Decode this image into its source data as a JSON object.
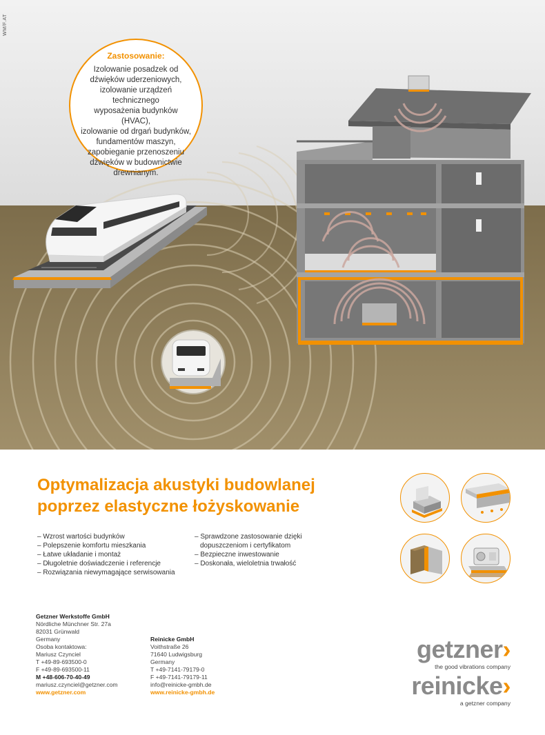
{
  "vertical_code": "WM/F.AT",
  "application": {
    "title": "Zastosowanie:",
    "lines": [
      "Izolowanie posadzek od",
      "dźwięków uderzeniowych,",
      "izolowanie urządzeń technicznego",
      "wyposażenia budynków (HVAC),",
      "izolowanie od drgań budynków,",
      "fundamentów maszyn,",
      "zapobieganie przenoszeniu",
      "dźwięków w budownictwie",
      "drewnianym."
    ]
  },
  "headline": {
    "line1": "Optymalizacja akustyki budowlanej",
    "line2": "poprzez elastyczne łożyskowanie"
  },
  "benefits_left": [
    "– Wzrost wartości budynków",
    "– Polepszenie komfortu mieszkania",
    "– Łatwe układanie i montaż",
    "– Długoletnie doświadczenie i referencje",
    "– Rozwiązania niewymagające serwisowania"
  ],
  "benefits_right": [
    "– Sprawdzone zastosowanie dzięki dopuszczeniom i certyfikatom",
    "– Bezpieczne inwestowanie",
    "– Doskonała, wieloletnia trwałość"
  ],
  "contact_getzner": {
    "company": "Getzner Werkstoffe GmbH",
    "street": "Nördliche Münchner Str. 27a",
    "city": "82031 Grünwald",
    "country": "Germany",
    "contact_label": "Osoba kontaktowa:",
    "contact_name": "Mariusz Czynciel",
    "phone": "T   +49-89-693500-0",
    "fax": "F   +49-89-693500-11",
    "mobile": "M  +48-606-70-40-49",
    "email": "mariusz.czynciel@getzner.com",
    "web": "www.getzner.com"
  },
  "contact_reinicke": {
    "company": "Reinicke GmbH",
    "street": "Voithstraße 26",
    "city": "71640 Ludwigsburg",
    "country": "Germany",
    "phone": "T +49-7141-79179-0",
    "fax": "F +49-7141-79179-11",
    "email": "info@reinicke-gmbh.de",
    "web": "www.reinicke-gmbh.de"
  },
  "logo_getzner": {
    "word": "getzner",
    "tagline": "the good vibrations company"
  },
  "logo_reinicke": {
    "word": "reinicke",
    "tagline": "a getzner company"
  },
  "colors": {
    "accent": "#f29100",
    "ground": "#8b7a57",
    "sky": "#ececec",
    "concrete": "#8e8e8e"
  },
  "icons": [
    "sound-wave-icon",
    "train-icon",
    "building-icon",
    "tunnel-icon",
    "hvac-unit-icon"
  ]
}
